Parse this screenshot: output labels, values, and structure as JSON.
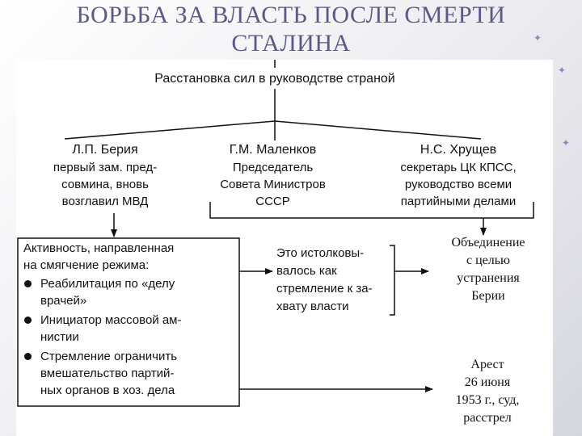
{
  "slide": {
    "title_line1": "БОРЬБА ЗА ВЛАСТЬ ПОСЛЕ СМЕРТИ",
    "title_line2": "СТАЛИНА"
  },
  "diagram": {
    "root": "Расстановка сил в руководстве страной",
    "beria": [
      "Л.П. Берия",
      "первый зам. пред-",
      "совмина, вновь",
      "возглавил МВД"
    ],
    "malenkov": [
      "Г.М. Маленков",
      "Председатель",
      "Совета Министров",
      "СССР"
    ],
    "khrushchev": [
      "Н.С. Хрущев",
      "секретарь ЦК КПСС,",
      "руководство всеми",
      "партийными делами"
    ],
    "activity_header": [
      "Активность, направленная",
      "на смягчение режима:"
    ],
    "activity_items": [
      [
        "Реабилитация по «делу",
        "врачей»"
      ],
      [
        "Инициатор массовой ам-",
        "нистии"
      ],
      [
        "Стремление ограничить",
        "вмешательство партий-",
        "ных органов в хоз. дела"
      ]
    ],
    "interpretation": [
      "Это истолковы-",
      "валось как",
      "стремление к за-",
      "хвату власти"
    ],
    "union": [
      "Объединение",
      "с целью",
      "устранения",
      "Берии"
    ],
    "arrest": [
      "Арест",
      "26 июня",
      "1953 г., суд,",
      "расстрел"
    ]
  }
}
